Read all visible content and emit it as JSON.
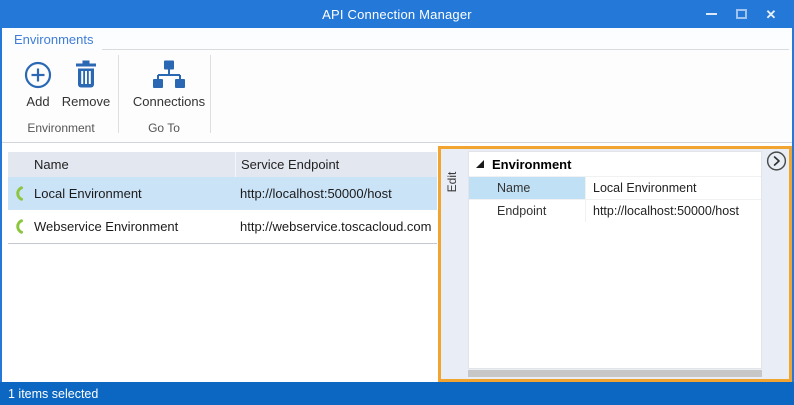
{
  "window": {
    "title": "API Connection Manager"
  },
  "ribbon": {
    "tab_label": "Environments",
    "groups": [
      {
        "label": "Environment",
        "buttons": [
          {
            "label": "Add",
            "icon": "circle-plus-icon"
          },
          {
            "label": "Remove",
            "icon": "trash-icon"
          }
        ]
      },
      {
        "label": "Go To",
        "buttons": [
          {
            "label": "Connections",
            "icon": "network-icon"
          }
        ]
      }
    ]
  },
  "table": {
    "columns": [
      "Name",
      "Service Endpoint"
    ],
    "rows": [
      {
        "name": "Local Environment",
        "endpoint": "http://localhost:50000/host",
        "selected": true,
        "status_icon": "green-crescent-icon"
      },
      {
        "name": "Webservice Environment",
        "endpoint": "http://webservice.toscacloud.com",
        "selected": false,
        "status_icon": "green-crescent-icon"
      }
    ]
  },
  "edit_panel": {
    "tab_label": "Edit",
    "section_title": "Environment",
    "expander_icon": "triangle-expanded-icon",
    "collapse_icon": "chevron-right-circle-icon",
    "properties": [
      {
        "label": "Name",
        "value": "Local Environment",
        "highlighted": true
      },
      {
        "label": "Endpoint",
        "value": "http://localhost:50000/host",
        "highlighted": false
      }
    ]
  },
  "status_bar": {
    "text": "1 items selected"
  },
  "colors": {
    "titlebar_blue": "#2478D8",
    "statusbar_blue": "#0B67C1",
    "icon_blue": "#2A68B4",
    "highlight_orange": "#F2A431",
    "selection_blue": "#CBE3F7",
    "property_selected_cell": "#BFE0F5",
    "status_green": "#8CC63E"
  }
}
